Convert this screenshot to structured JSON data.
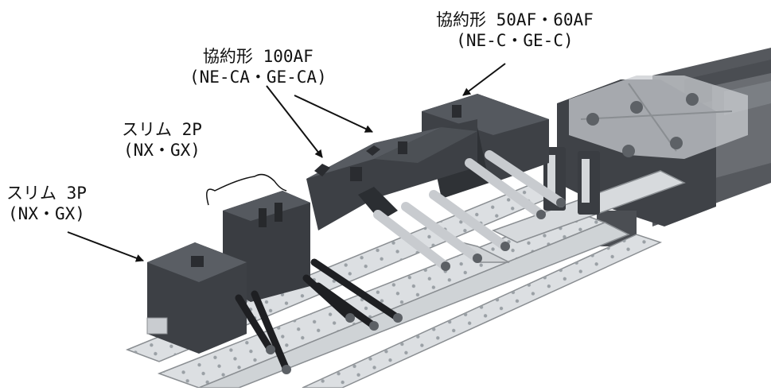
{
  "labels": {
    "c5060": {
      "line1": "協約形 50AF・60AF",
      "line2": "(NE-C・GE-C)"
    },
    "c100": {
      "line1": "協約形 100AF",
      "line2": "(NE-CA・GE-CA)"
    },
    "slim2": {
      "line1": "スリム 2P",
      "line2": "(NX・GX)"
    },
    "slim3": {
      "line1": "スリム 3P",
      "line2": "(NX・GX)"
    }
  },
  "colors": {
    "breaker_dark": "#3a3d42",
    "breaker_mid": "#55595f",
    "busbar": "#d9dcdf",
    "busbar_edge": "#8a8e92",
    "panel": "#5b5e63",
    "cable": "#1e1f22",
    "cover": "#c9ccd0"
  }
}
